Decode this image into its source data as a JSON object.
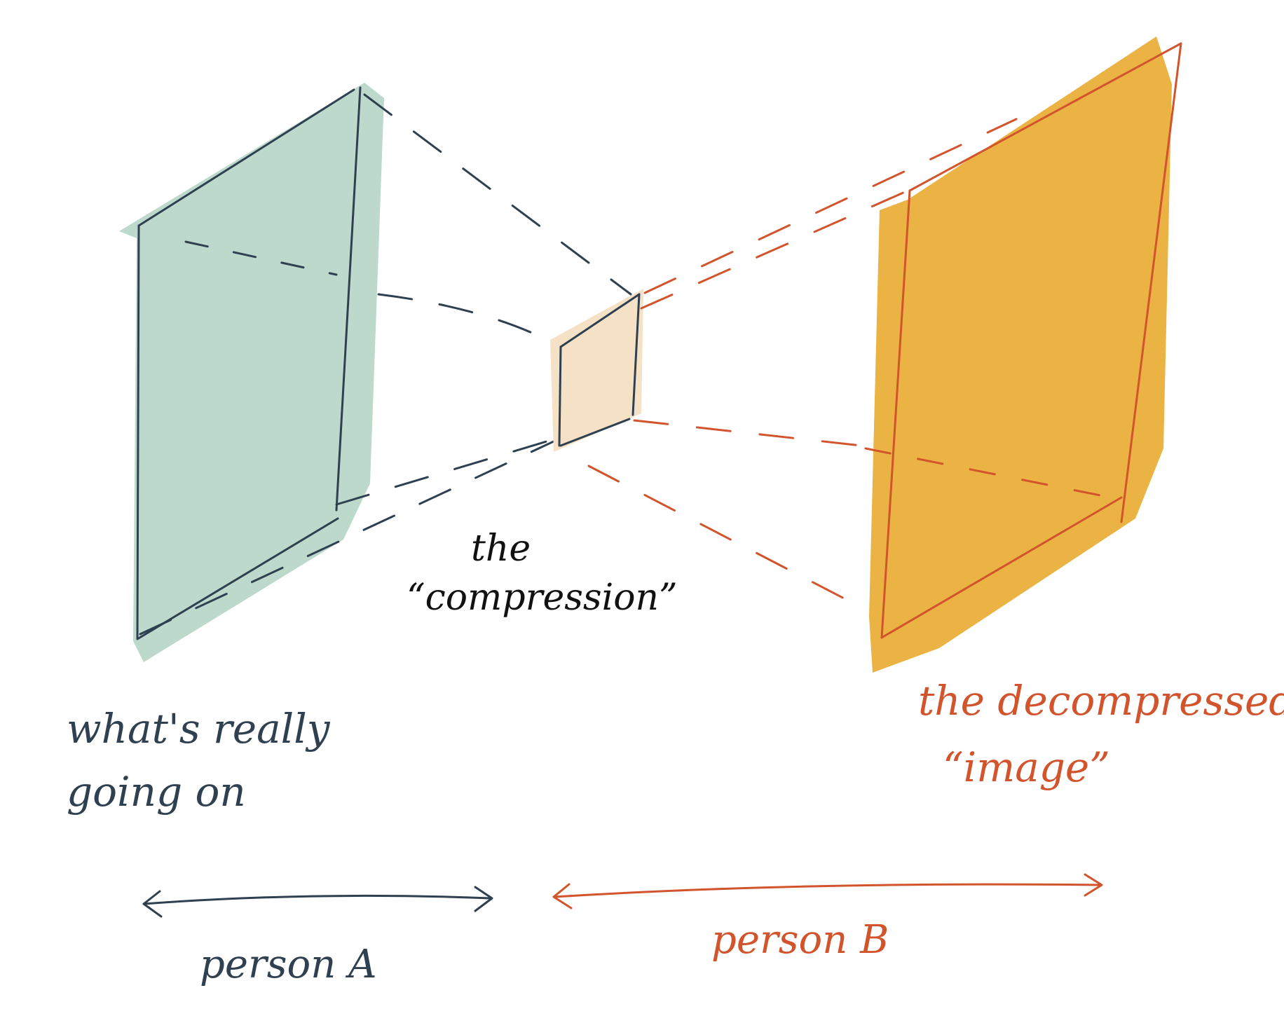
{
  "labels": {
    "compression": [
      "the",
      "“compression”"
    ],
    "reality": [
      "what's really",
      "going on"
    ],
    "decompressed": [
      "the decompressed",
      "“image”"
    ],
    "person_a": "person A",
    "person_b": "person B"
  },
  "colors": {
    "reality_fill": "#bcd9cc",
    "compression_fill": "#f5e1c6",
    "decompressed_fill": "#ebb244",
    "ink_dark": "#2f4050",
    "ink_red": "#d2542c",
    "ink_black": "#111111"
  }
}
